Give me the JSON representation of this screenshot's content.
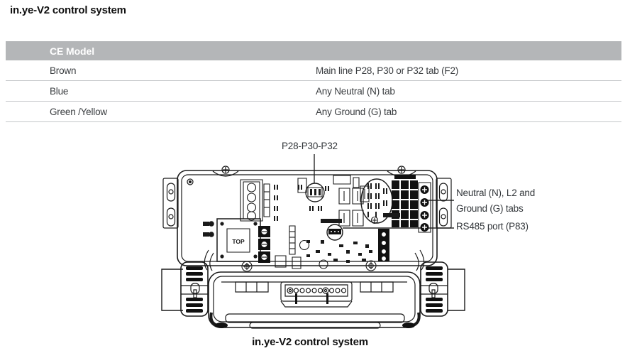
{
  "page": {
    "title": "in.ye-V2 control system"
  },
  "table": {
    "header": "CE Model",
    "rows": [
      {
        "wire": "Brown",
        "connection": "Main line P28, P30 or P32 tab (F2)"
      },
      {
        "wire": "Blue",
        "connection": "Any Neutral (N) tab"
      },
      {
        "wire": "Green /Yellow",
        "connection": "Any Ground (G) tab"
      }
    ]
  },
  "diagram": {
    "labels": {
      "p28": "P28-P30-P32",
      "neutral_line1": "Neutral (N), L2 and",
      "neutral_line2": "Ground (G) tabs",
      "rs485": "RS485 port (P83)",
      "top": "TOP"
    },
    "caption": "in.ye-V2 control system"
  },
  "colors": {
    "header_bg": "#b4b6b8",
    "header_text": "#ffffff",
    "body_text": "#3a3d40",
    "line": "#c4c7c9",
    "drawing": "#1a1a1a"
  }
}
